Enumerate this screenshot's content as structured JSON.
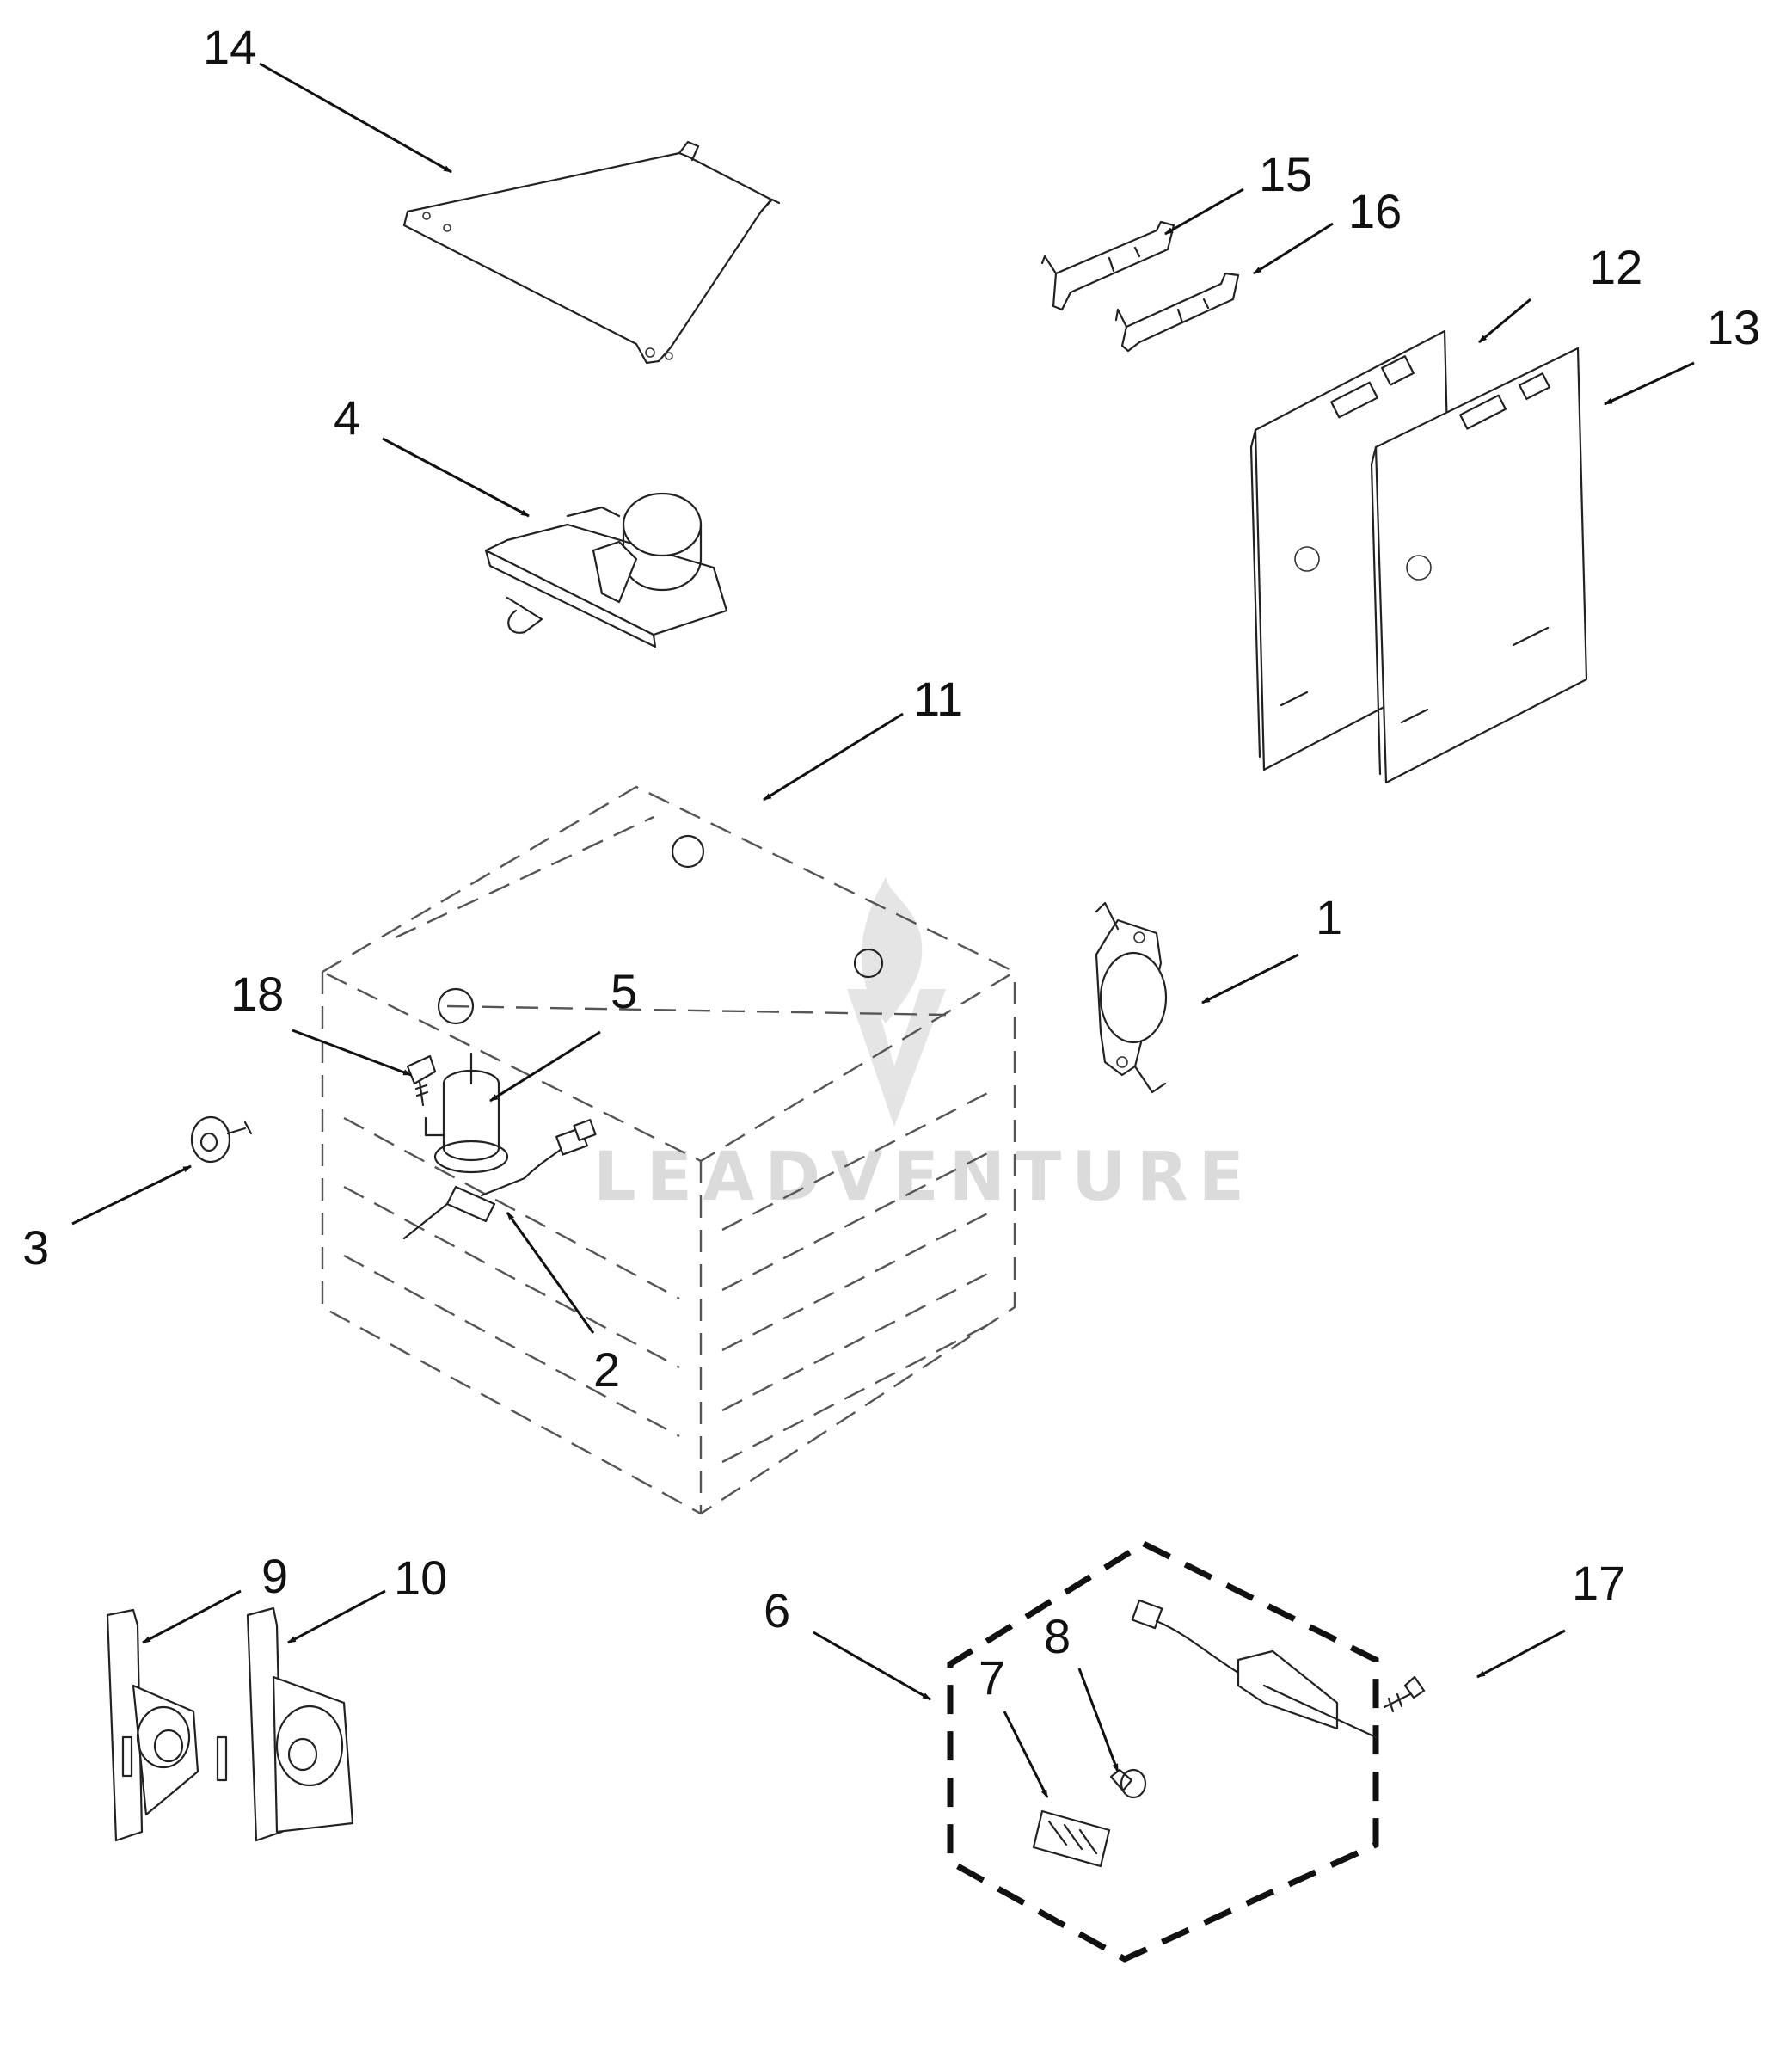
{
  "callouts": [
    {
      "id": "1",
      "label": "1"
    },
    {
      "id": "2",
      "label": "2"
    },
    {
      "id": "3",
      "label": "3"
    },
    {
      "id": "4",
      "label": "4"
    },
    {
      "id": "5",
      "label": "5"
    },
    {
      "id": "6",
      "label": "6"
    },
    {
      "id": "7",
      "label": "7"
    },
    {
      "id": "8",
      "label": "8"
    },
    {
      "id": "9",
      "label": "9"
    },
    {
      "id": "10",
      "label": "10"
    },
    {
      "id": "11",
      "label": "11"
    },
    {
      "id": "12",
      "label": "12"
    },
    {
      "id": "13",
      "label": "13"
    },
    {
      "id": "14",
      "label": "14"
    },
    {
      "id": "15",
      "label": "15"
    },
    {
      "id": "16",
      "label": "16"
    },
    {
      "id": "17",
      "label": "17"
    },
    {
      "id": "18",
      "label": "18"
    }
  ],
  "watermark": {
    "text": "LEADVENTURE"
  },
  "colors": {
    "ink": "#111111",
    "watermark": "#cfcfcf",
    "background": "#ffffff"
  }
}
